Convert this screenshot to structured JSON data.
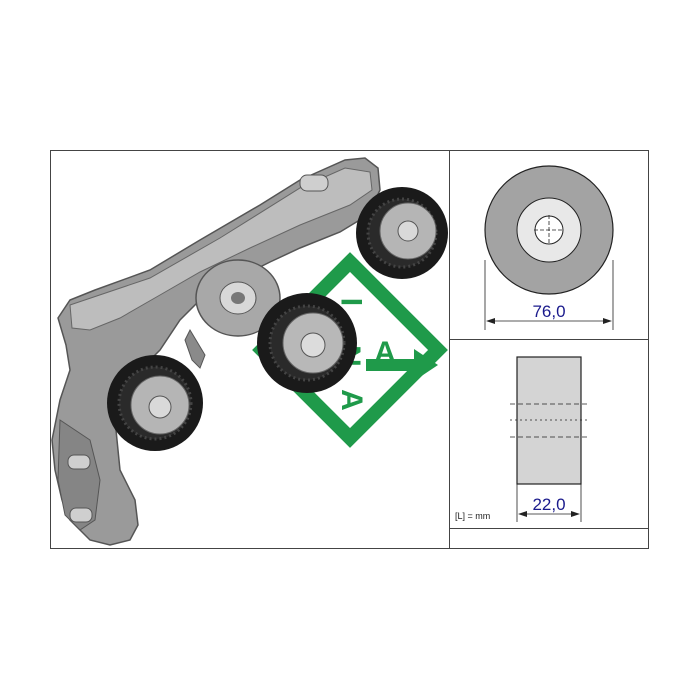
{
  "brand": {
    "logo_letters": "INA",
    "logo_color": "#1f9a4a",
    "arrow_color": "#1f9a4a"
  },
  "dimensions": {
    "diameter_label": "76,0",
    "width_label": "22,0",
    "unit_note": "[L] = mm",
    "text_color": "#1a1a8c"
  },
  "icons": {
    "product": "belt-tensioner-assembly-icon",
    "pulley_front": "pulley-face-icon",
    "pulley_side": "pulley-side-icon"
  }
}
